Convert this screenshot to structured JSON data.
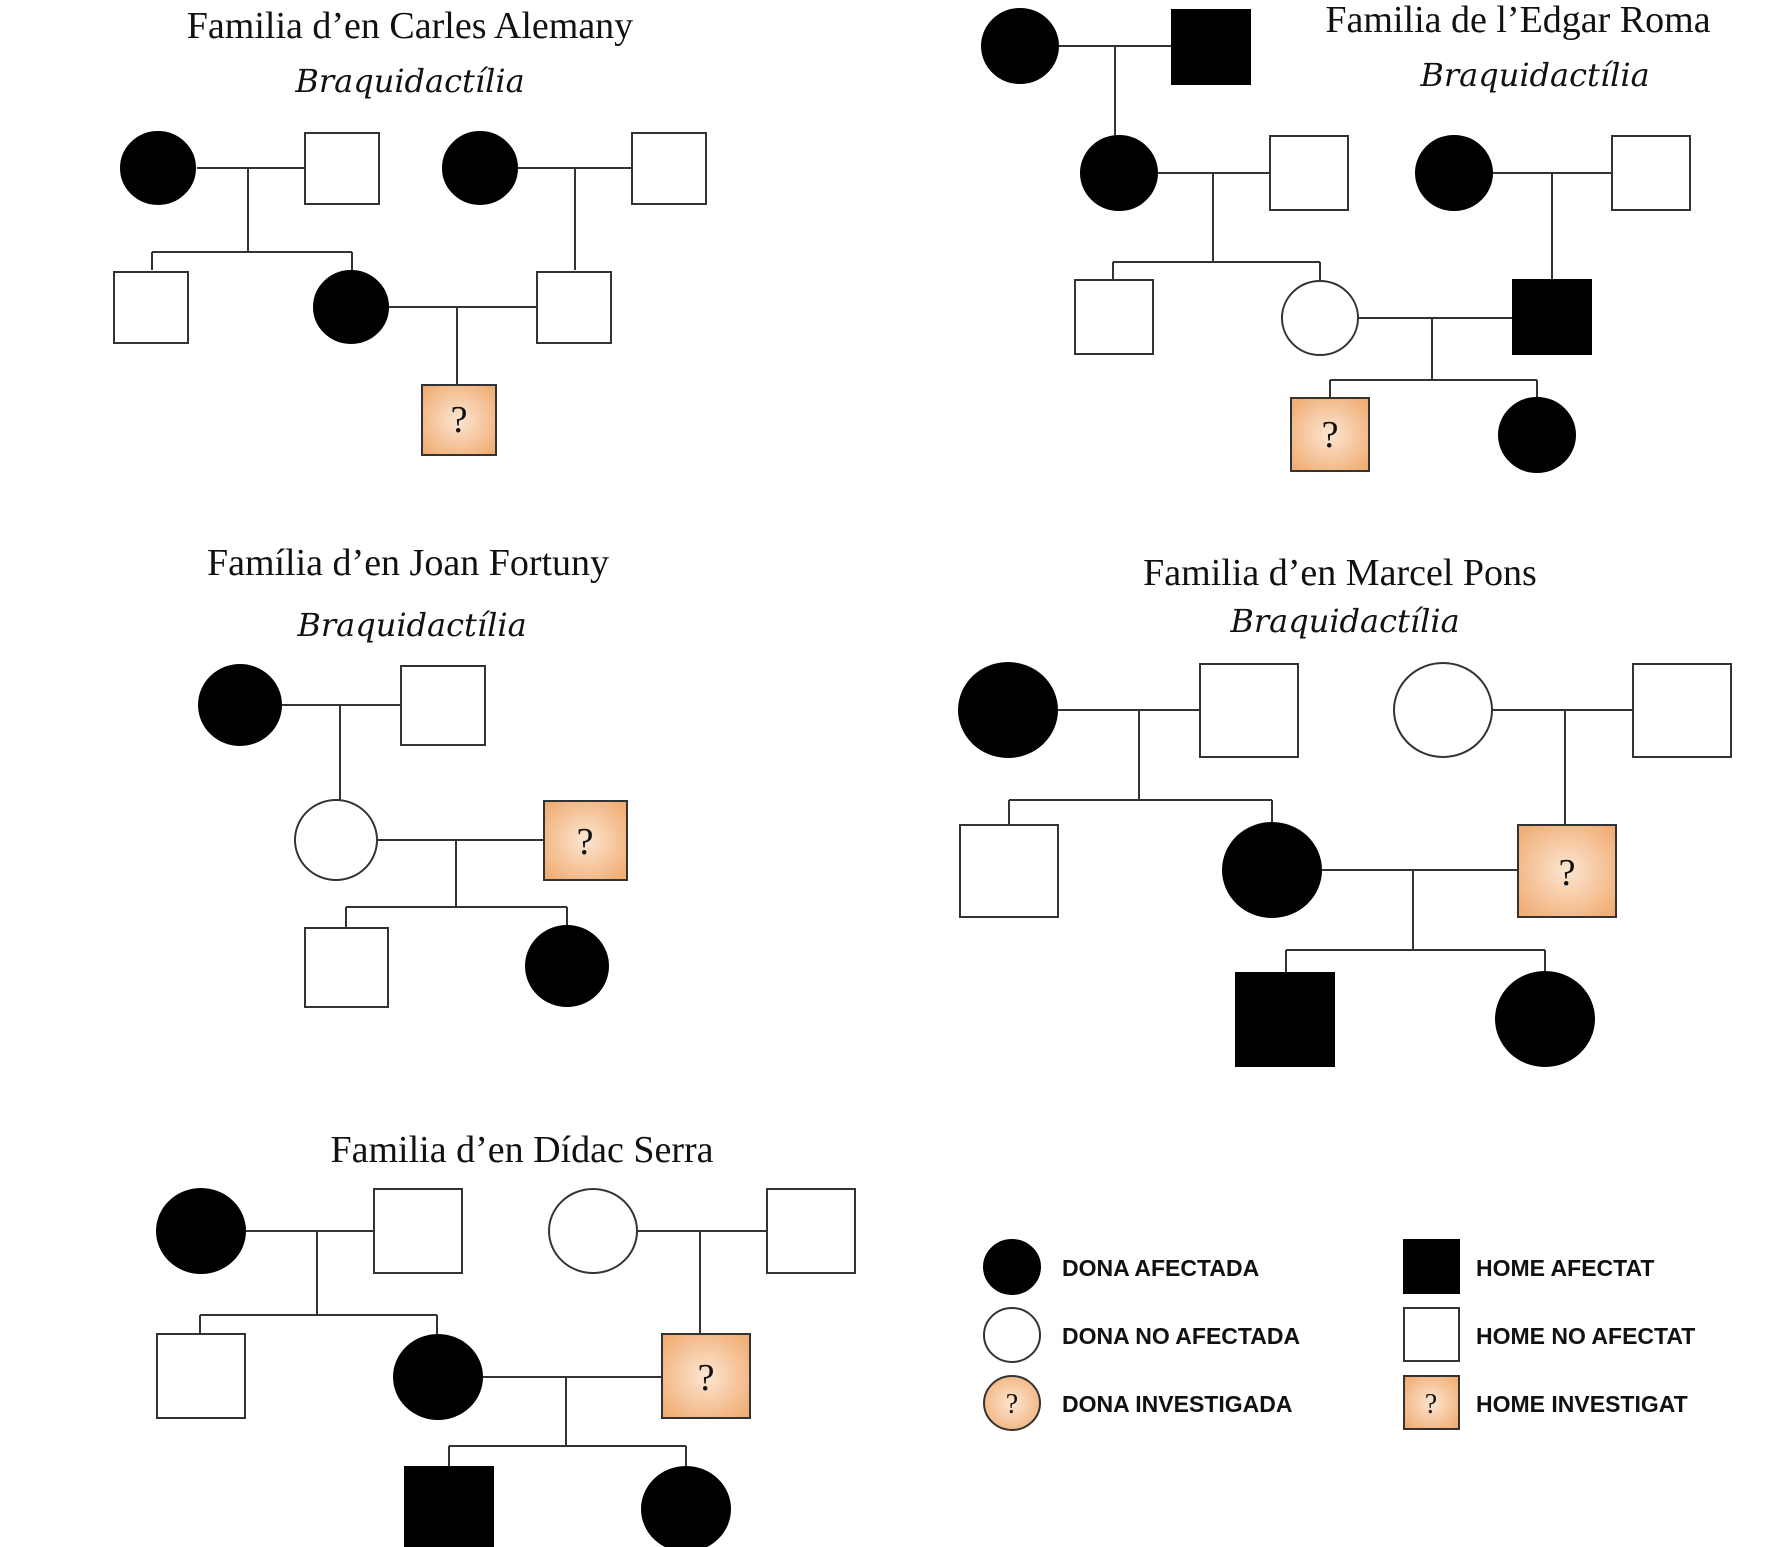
{
  "families": [
    {
      "title": "Familia d’en Carles Alemany",
      "subtitle": "Braquidactília"
    },
    {
      "title": "Familia de l’Edgar Roma",
      "subtitle": "Braquidactília"
    },
    {
      "title": "Família d’en Joan Fortuny",
      "subtitle": "Braquidactília"
    },
    {
      "title": "Familia d’en Marcel Pons",
      "subtitle": "Braquidactília"
    },
    {
      "title": "Familia d’en Dídac Serra",
      "subtitle": ""
    }
  ],
  "question_mark": "?",
  "legend": {
    "female_affected": "DONA AFECTADA",
    "female_unaffected": "DONA NO AFECTADA",
    "female_investigated": "DONA INVESTIGADA",
    "male_affected": "HOME AFECTAT",
    "male_unaffected": "HOME NO AFECTAT",
    "male_investigated": "HOME INVESTIGAT"
  },
  "colors": {
    "affected": "#000000",
    "unaffected": "#ffffff",
    "investigated_center": "#fce6d2",
    "investigated_edge": "#f0ac72"
  }
}
